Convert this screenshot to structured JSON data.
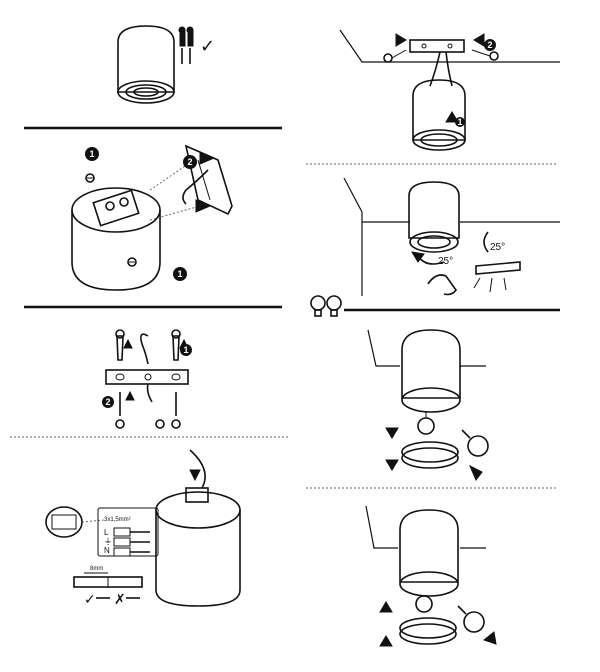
{
  "badges": {
    "p2_step1_top": "1",
    "p2_step2": "2",
    "p2_step1_bottom": "1",
    "p3_step1": "1",
    "p3_step2": "2",
    "p5_step2": "2",
    "p5_step1": "1"
  },
  "labels": {
    "ok_mark": "✓",
    "no_mark": "✗",
    "wire_spec": "3x1,5mm²",
    "terminal_L": "L",
    "terminal_E": "⏚",
    "terminal_N": "N",
    "strip_length": "8mm",
    "tilt_angle_1": "25°",
    "tilt_angle_2": "25°"
  },
  "colors": {
    "ink": "#111111",
    "paper": "#ffffff",
    "dash": "#666666"
  }
}
